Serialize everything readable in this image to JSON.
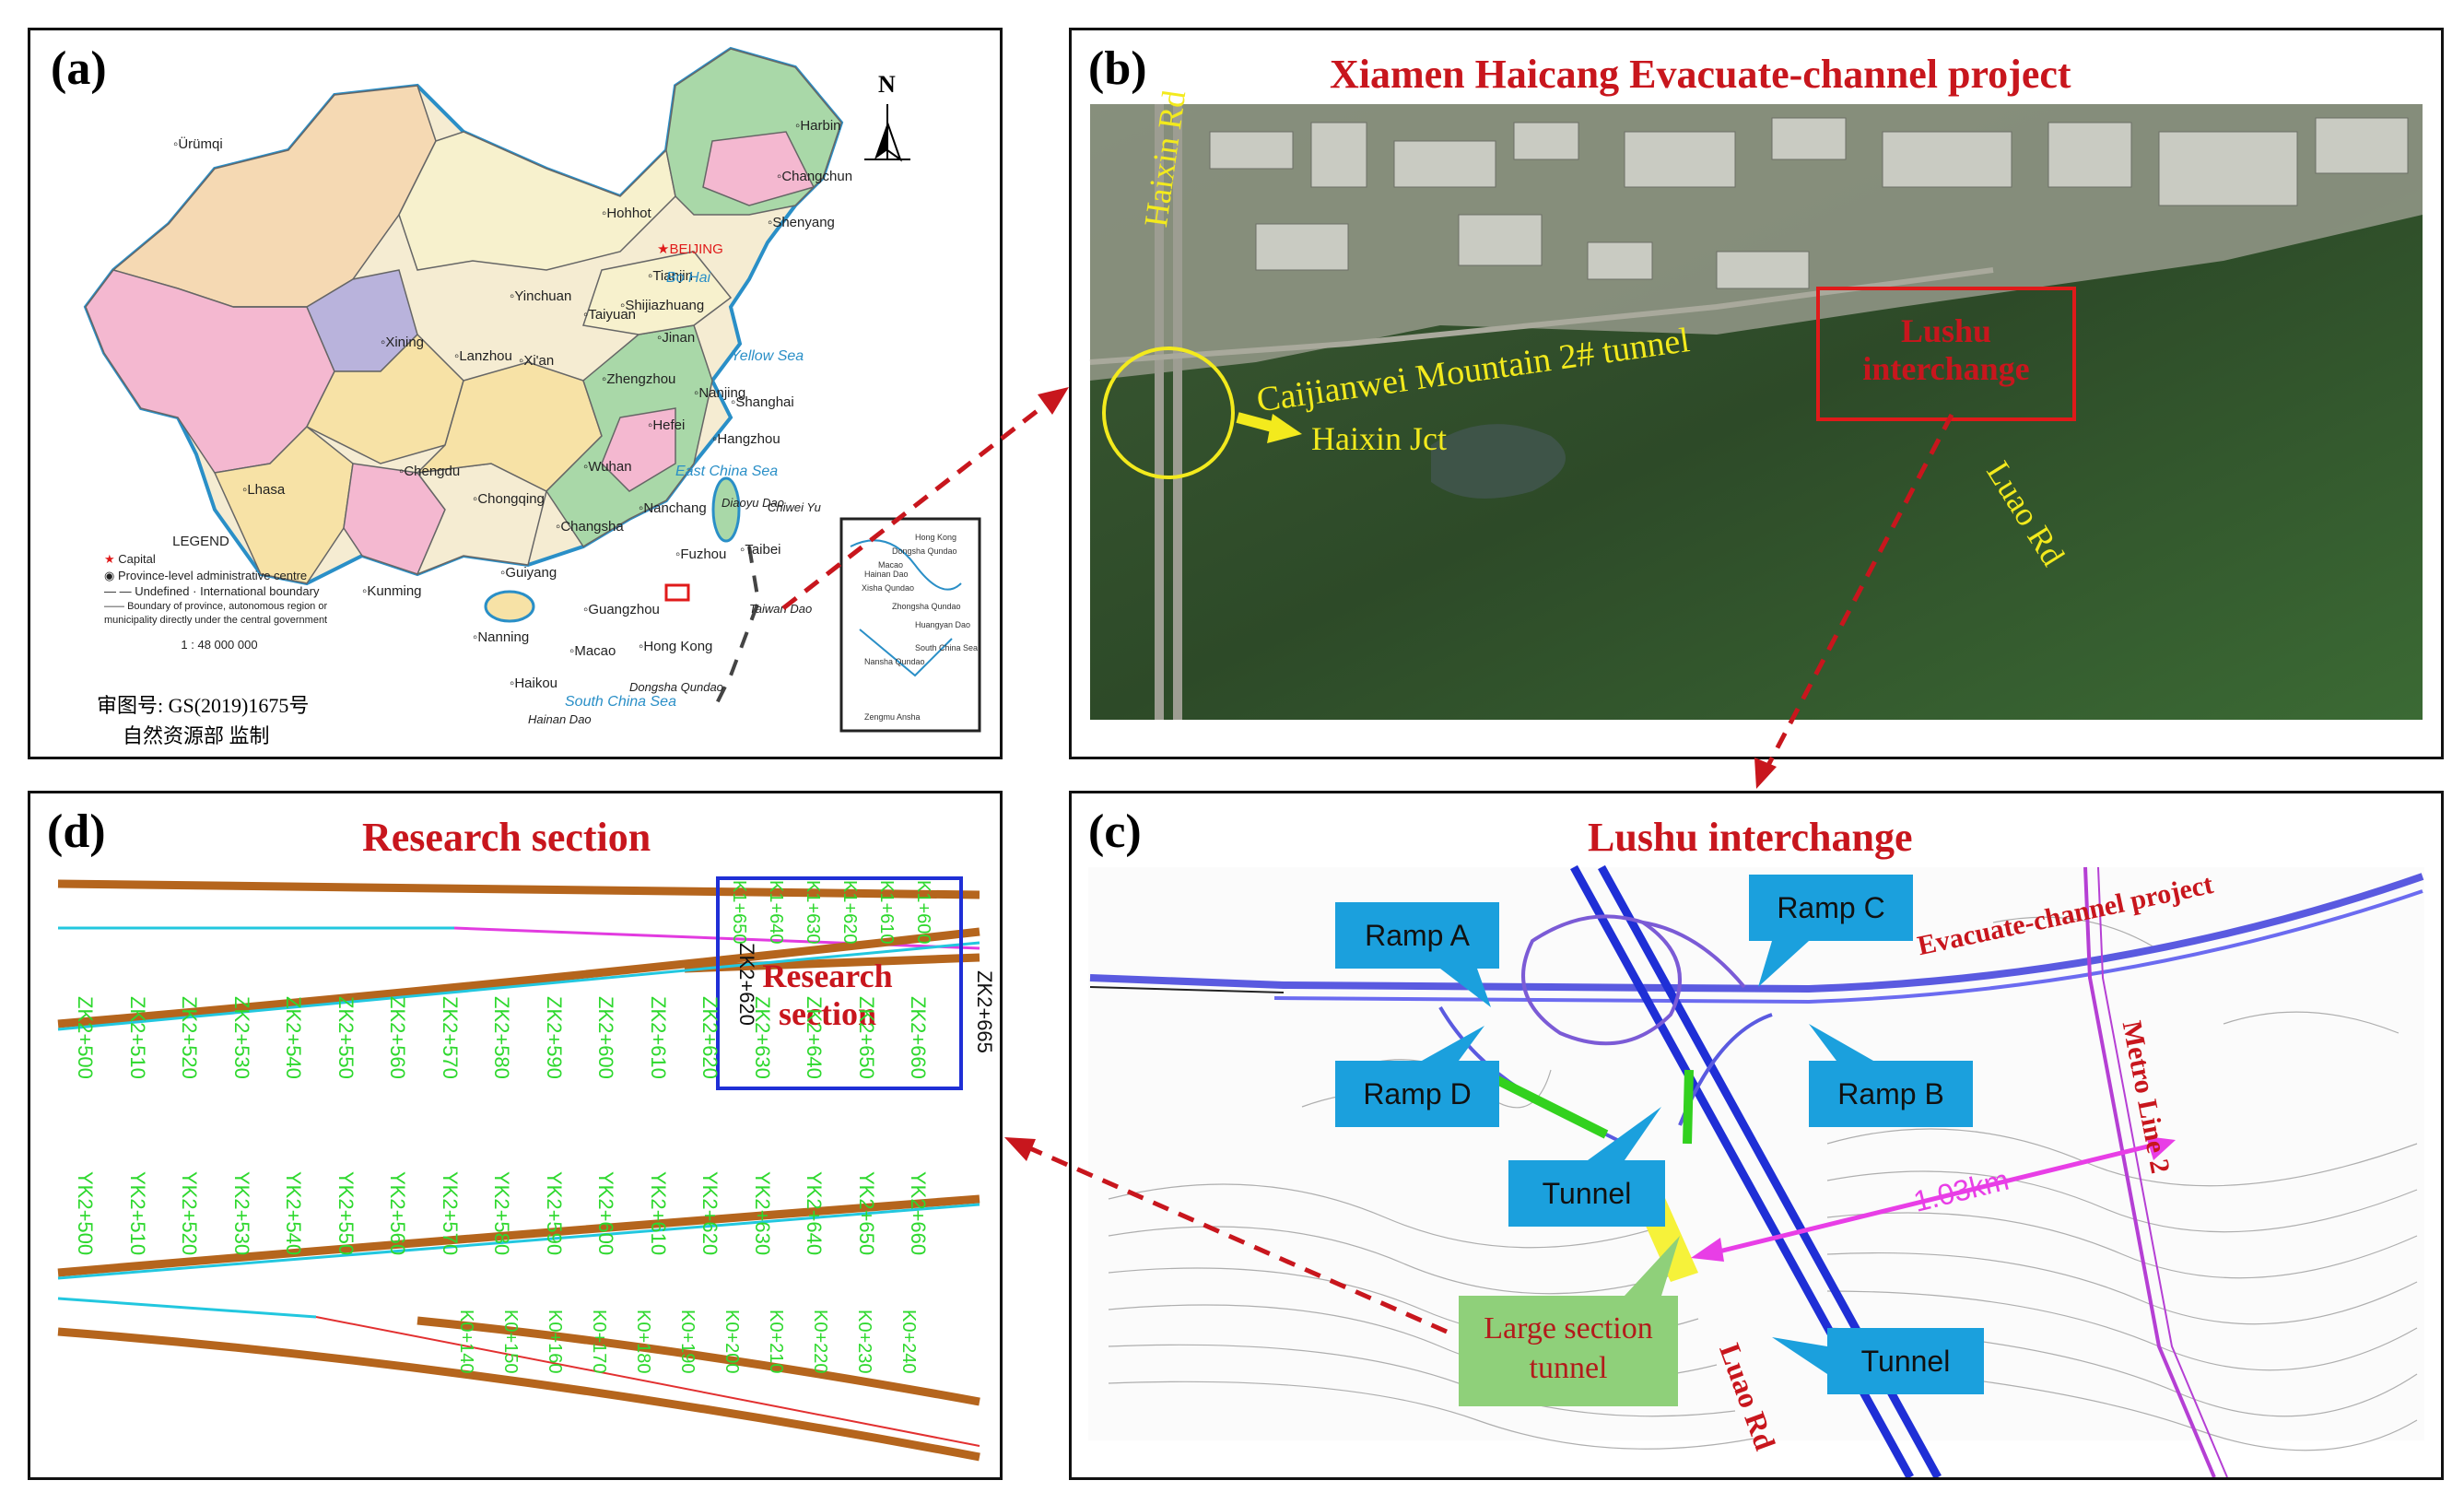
{
  "panel_a": {
    "label": "(a)",
    "north": "N",
    "cities": [
      "Ürümqi",
      "Harbin",
      "Changchun",
      "Shenyang",
      "Hohhot",
      "BEIJING",
      "Tianjin",
      "Shijiazhuang",
      "Yinchuan",
      "Taiyuan",
      "Jinan",
      "Xining",
      "Lanzhou",
      "Xi'an",
      "Zhengzhou",
      "Nanjing",
      "Shanghai",
      "Hefei",
      "Lhasa",
      "Chengdu",
      "Wuhan",
      "Hangzhou",
      "Chongqing",
      "Changsha",
      "Nanchang",
      "Fuzhou",
      "Taibei",
      "Guiyang",
      "Kunming",
      "Nanning",
      "Guangzhou",
      "Macao",
      "Hong Kong",
      "Haikou"
    ],
    "seas": [
      "Bo Hai",
      "Yellow Sea",
      "East China Sea",
      "South China Sea"
    ],
    "places": [
      "Taiwan Dao",
      "Hainan Dao",
      "Dongsha Qundao",
      "Diaoyu Dao",
      "Chiwei Yu"
    ],
    "legend": {
      "title": "LEGEND",
      "items": [
        "Capital",
        "Province-level administrative centre",
        "International boundary",
        "Boundary of province, autonomous region or municipality directly under the central government"
      ],
      "undefined": "Undefined",
      "scale": "1 : 48 000 000",
      "approval": "审图号: GS(2019)1675号",
      "authority": "自然资源部  监制"
    },
    "inset": [
      "Nansha Qundao",
      "Zengmu Ansha",
      "Xisha Qundao",
      "Zhongsha Qundao",
      "Huangyan Dao",
      "Dongsha Qundao",
      "Hong Kong",
      "Macao",
      "Hainan Dao",
      "South China Sea"
    ]
  },
  "panel_b": {
    "label": "(b)",
    "title": "Xiamen Haicang Evacuate-channel project",
    "road_haixin": "Haixin Rd",
    "tunnel": "Caijianwei Mountain 2# tunnel",
    "jct": "Haixin Jct",
    "box1": "Lushu",
    "box2": "interchange",
    "road_luao": "Luao Rd"
  },
  "panel_c": {
    "label": "(c)",
    "title": "Lushu interchange",
    "ramp_a": "Ramp A",
    "ramp_b": "Ramp B",
    "ramp_c": "Ramp C",
    "ramp_d": "Ramp D",
    "tunnel1": "Tunnel",
    "tunnel2": "Tunnel",
    "large1": "Large section",
    "large2": "tunnel",
    "evac": "Evacuate-channel project",
    "metro": "Metro Line 2",
    "dist": "1.03km",
    "luao": "Luao Rd"
  },
  "panel_d": {
    "label": "(d)",
    "title": "Research section",
    "box1": "Research",
    "box2": "section",
    "zk": [
      "ZK2+500",
      "ZK2+510",
      "ZK2+520",
      "ZK2+530",
      "ZK2+540",
      "ZK2+550",
      "ZK2+560",
      "ZK2+570",
      "ZK2+580",
      "ZK2+590",
      "ZK2+600",
      "ZK2+610",
      "ZK2+620",
      "ZK2+630",
      "ZK2+640",
      "ZK2+650",
      "ZK2+660"
    ],
    "yk": [
      "YK2+500",
      "YK2+510",
      "YK2+520",
      "YK2+530",
      "YK2+540",
      "YK2+550",
      "YK2+560",
      "YK2+570",
      "YK2+580",
      "YK2+590",
      "YK2+600",
      "YK2+610",
      "YK2+620",
      "YK2+630",
      "YK2+640",
      "YK2+650",
      "YK2+660"
    ],
    "top": [
      "K1+650",
      "K1+640",
      "K1+630",
      "K1+620",
      "K1+610",
      "K1+600"
    ],
    "zk_box_left": "ZK2+620",
    "zk_box_right": "ZK2+665",
    "bottom": [
      "K0+140",
      "K0+150",
      "K0+160",
      "K0+170",
      "K0+180",
      "K0+190",
      "K0+200",
      "K0+210",
      "K0+220",
      "K0+230",
      "K0+240"
    ]
  },
  "colors": {
    "title_red": "#c8161d",
    "callout_blue": "#1ba0dd",
    "callout_green": "#8fd07a",
    "station_green": "#2ed82e",
    "road_brown": "#b5651d"
  }
}
